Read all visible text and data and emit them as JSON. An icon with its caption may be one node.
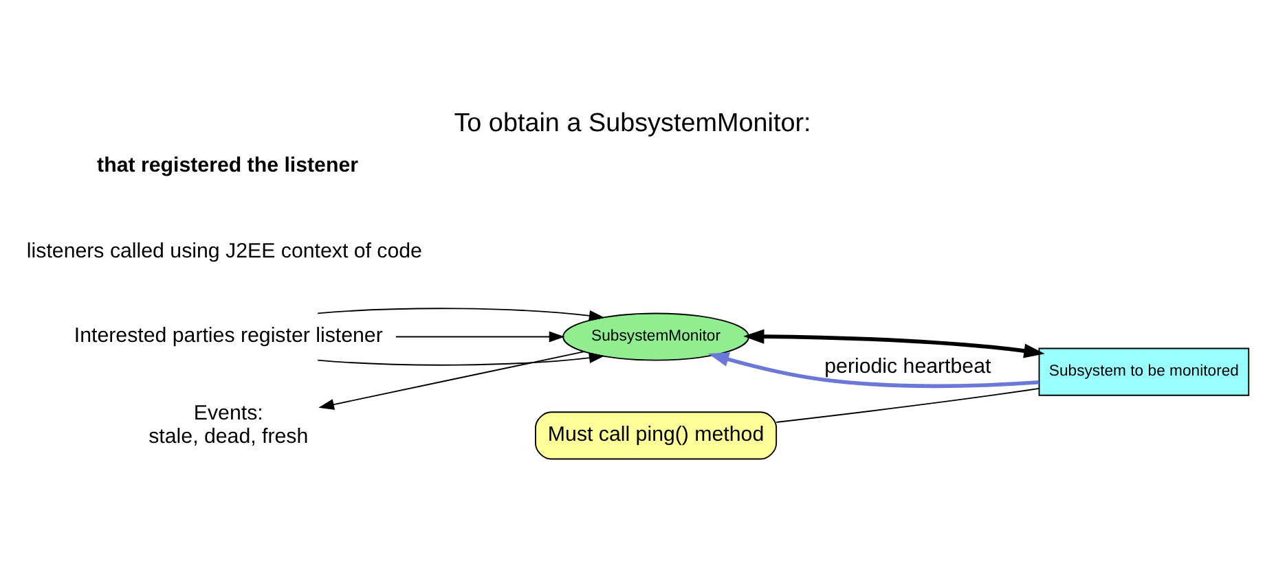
{
  "diagram": {
    "title": "To obtain a SubsystemMonitor:",
    "nodes": [
      {
        "text": [
          "Interested parties register listener"
        ]
      },
      {
        "text": [
          "SubsystemMonitor"
        ]
      },
      {
        "text": [
          "Subsystem to be monitored"
        ]
      },
      {
        "text": [
          "Must call ping() method"
        ]
      },
      {
        "text": [
          "Events:",
          "stale, dead, fresh"
        ]
      }
    ],
    "edges": [
      {
        "from": 0,
        "to": 1,
        "arrow": "to"
      },
      {
        "from": 0,
        "to": 1,
        "arrow": "to"
      },
      {
        "from": 0,
        "to": 1,
        "arrow": "to"
      },
      {
        "from": 1,
        "to": 4,
        "arrow": "to"
      },
      {
        "from": 1,
        "to": 2,
        "arrow": "both",
        "style": "thick"
      },
      {
        "from": 3,
        "to": 2,
        "arrow": "none"
      },
      {
        "from": 2,
        "to": 1,
        "arrow": "to",
        "label": "periodic heartbeat",
        "style": "thick",
        "color": "#6b78d8"
      }
    ],
    "labels": [
      "listeners called using J2EE context of code",
      "that registered the listener"
    ]
  }
}
